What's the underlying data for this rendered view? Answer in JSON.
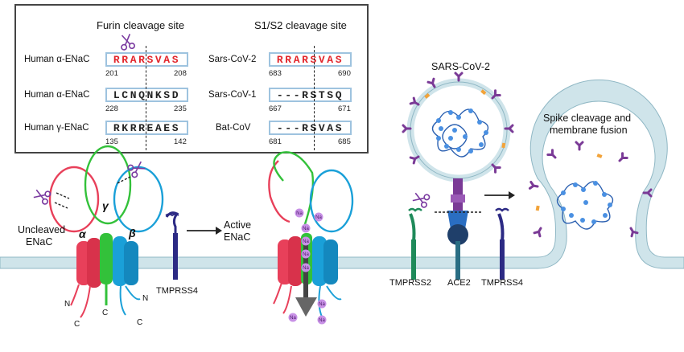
{
  "colors": {
    "alpha": "#e8405a",
    "beta": "#1aa0d8",
    "gamma": "#33c13a",
    "membrane": "#cfe4ea",
    "tmprss2": "#1f8a5a",
    "tmprss4": "#2c2a84",
    "ace2": "#2a6e84",
    "spike": "#7a3a96",
    "sodium": "#c891e6",
    "sequence_red": "#e2252b",
    "box_border": "#9ec3df"
  },
  "table": {
    "furin_header": "Furin cleavage site",
    "s1s2_header": "S1/S2 cleavage site",
    "left_rows": [
      {
        "label": "Human α-ENaC",
        "red": "RRARSVAS",
        "black": "",
        "start": "201",
        "end": "208"
      },
      {
        "label": "Human α-ENaC",
        "red": "",
        "black": "LCNQNKSD",
        "start": "228",
        "end": "235"
      },
      {
        "label": "Human γ-ENaC",
        "red": "",
        "black": "RKRREAES",
        "start": "135",
        "end": "142"
      }
    ],
    "right_rows": [
      {
        "label": "Sars-CoV-2",
        "red": "RRARSVAS",
        "black": "",
        "start": "683",
        "end": "690"
      },
      {
        "label": "Sars-CoV-1",
        "red": "",
        "black": "---RSTSQ",
        "start": "667",
        "end": "671"
      },
      {
        "label": "Bat-CoV",
        "red": "",
        "black": "---RSVAS",
        "start": "681",
        "end": "685"
      }
    ],
    "scissors_icon": "scissors-icon"
  },
  "diagram": {
    "uncleaved_label_1": "Uncleaved",
    "uncleaved_label_2": "ENaC",
    "active_label_1": "Active",
    "active_label_2": "ENaC",
    "alpha_symbol": "α",
    "beta_symbol": "β",
    "gamma_symbol": "γ",
    "n_terminal": "N",
    "c_terminal": "C",
    "tmprss4_label": "TMPRSS4",
    "tmprss2_label": "TMPRSS2",
    "ace2_label": "ACE2",
    "tmprss4_label_2": "TMPRSS4",
    "virus_title": "SARS-CoV-2",
    "fusion_label_1": "Spike cleavage and",
    "fusion_label_2": "membrane fusion",
    "sodium_symbol": "Na"
  }
}
